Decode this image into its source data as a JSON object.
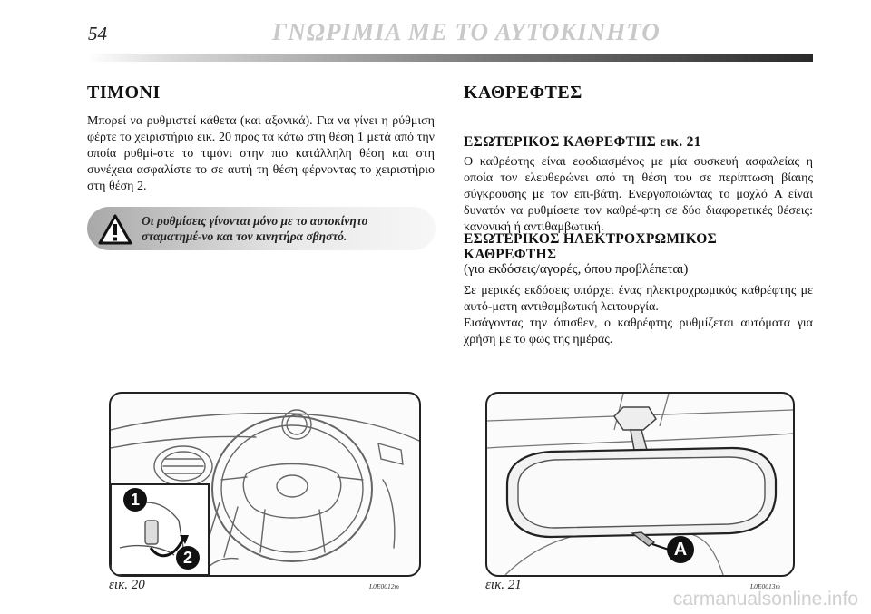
{
  "header": {
    "page_number": "54",
    "title": "ΓΝΩΡΙΜΙΑ ΜΕ ΤΟ ΑΥΤΟΚΙΝΗΤΟ"
  },
  "left": {
    "heading": "ΤΙΜΟΝΙ",
    "paragraph": "Μπορεί να ρυθμιστεί κάθετα (και αξονικά). Για να γίνει η ρύθμιση φέρτε το χειριστήριο εικ. 20 προς τα κάτω στη θέση 1 μετά από την οποία ρυθμί-στε το τιμόνι στην πιο κατάλληλη θέση και στη συνέχεια ασφαλίστε το σε αυτή τη θέση φέρνοντας το χειριστήριο στη θέση 2.",
    "warning": "Οι ρυθμίσεις γίνονται μόνο με το αυτοκίνητο σταματημέ-νο και τον κινητήρα σβηστό."
  },
  "right": {
    "heading": "ΚΑΘΡΕΦΤΕΣ",
    "section1_title": "ΕΣΩΤΕΡΙΚΟΣ ΚΑΘΡΕΦΤΗΣ εικ. 21",
    "section1_text": "Ο καθρέφτης είναι εφοδιασμένος με μία συσκευή ασφαλείας η οποία τον ελευθερώνει από τη θέση του σε περίπτωση βίαιης σύγκρουσης με τον επι-βάτη. Ενεργοποιώντας το μοχλό A είναι δυνατόν να ρυθμίσετε τον καθρέ-φτη σε δύο διαφορετικές θέσεις: κανονική ή αντιθαμβωτική.",
    "section2_title_line1": "ΕΣΩΤΕΡΙΚΟΣ ΗΛΕΚΤΡΟΧΡΩΜΙΚΟΣ",
    "section2_title_line2": "ΚΑΘΡΕΦΤΗΣ",
    "section2_subtitle": "(για εκδόσεις/αγορές, όπου προβλέπεται)",
    "section2_text1": "Σε μερικές εκδόσεις υπάρχει ένας ηλεκτροχρωμικός καθρέφτης με αυτό-ματη αντιθαμβωτική λειτουργία.",
    "section2_text2": "Εισάγοντας την όπισθεν, ο καθρέφτης ρυθμίζεται αυτόματα για χρήση με το φως της ημέρας."
  },
  "figures": {
    "fig20": {
      "caption": "εικ. 20",
      "code": "L0E0012m",
      "label1": "1",
      "label2": "2"
    },
    "fig21": {
      "caption": "εικ. 21",
      "code": "L0E0013m",
      "labelA": "A"
    }
  },
  "watermark": "carmanualsonline.info"
}
